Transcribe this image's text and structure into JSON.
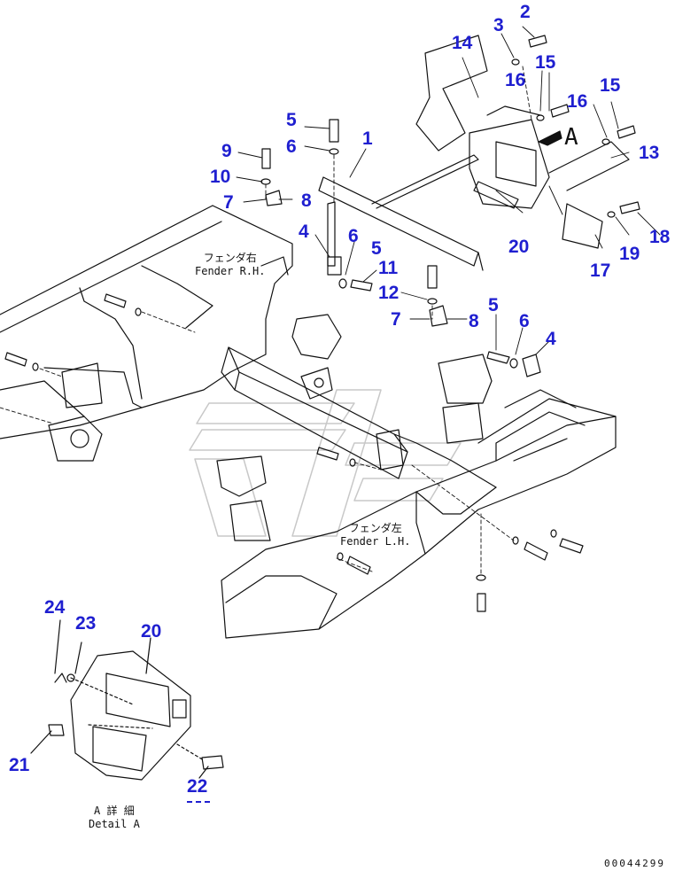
{
  "callouts": {
    "c1": "1",
    "c2": "2",
    "c3": "3",
    "c4a": "4",
    "c4b": "4",
    "c5a": "5",
    "c5b": "5",
    "c5c": "5",
    "c6a": "6",
    "c6b": "6",
    "c6c": "6",
    "c7a": "7",
    "c7b": "7",
    "c8a": "8",
    "c8b": "8",
    "c9": "9",
    "c10": "10",
    "c11": "11",
    "c12": "12",
    "c13": "13",
    "c14": "14",
    "c15a": "15",
    "c15b": "15",
    "c16a": "16",
    "c16b": "16",
    "c17": "17",
    "c18": "18",
    "c19": "19",
    "c20a": "20",
    "c20b": "20",
    "c21": "21",
    "c22": "22",
    "c23": "23",
    "c24": "24"
  },
  "labels": {
    "fender_rh_jp": "フェンダ右",
    "fender_rh_en": "Fender R.H.",
    "fender_lh_jp": "フェンダ左",
    "fender_lh_en": "Fender L.H.",
    "view_letter": "A",
    "detail_jp": "A 詳 細",
    "detail_en": "Detail A"
  },
  "document_number": "00044299",
  "colors": {
    "callout": "#1f1fd0",
    "linework": "#111111",
    "watermark": "#c8c8c8",
    "background": "#ffffff"
  }
}
